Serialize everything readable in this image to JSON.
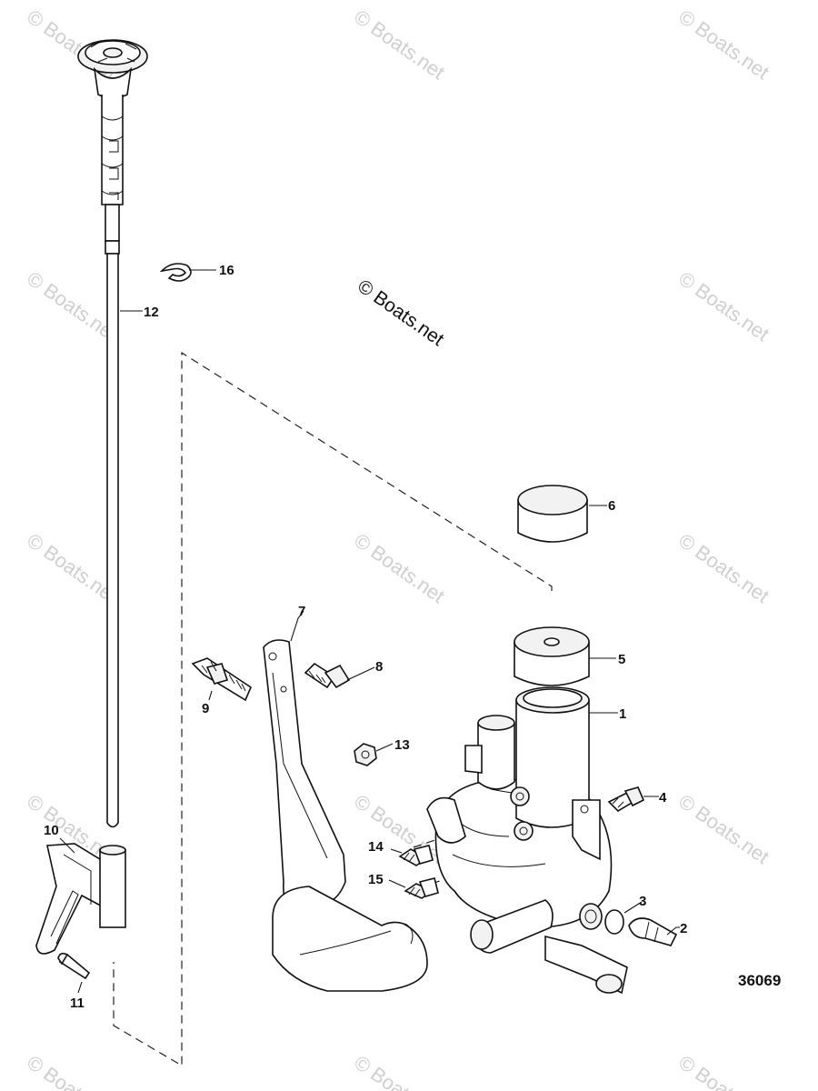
{
  "watermark_text": "© Boats.net",
  "center_watermark": "© Boats.net",
  "figure_number": "36069",
  "callouts": [
    "1",
    "2",
    "3",
    "4",
    "5",
    "6",
    "7",
    "8",
    "9",
    "10",
    "11",
    "12",
    "13",
    "14",
    "15",
    "16"
  ],
  "colors": {
    "line": "#111111",
    "watermark": "#cfcfcf",
    "background": "#ffffff"
  }
}
